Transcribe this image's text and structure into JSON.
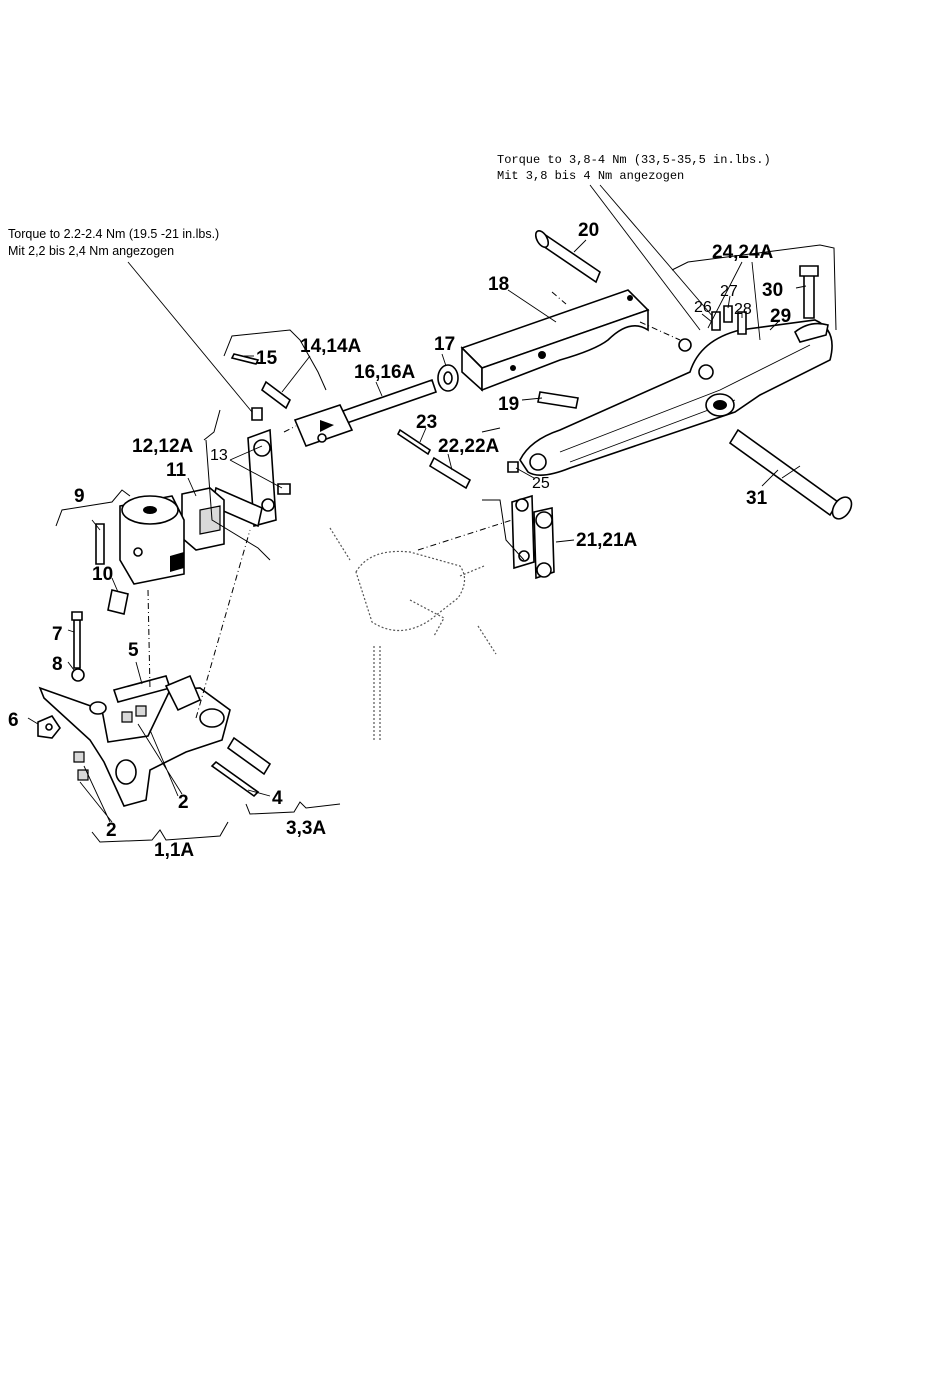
{
  "notes": {
    "torque_left_en": "Torque to 2.2-2.4 Nm (19.5 -21 in.lbs.)",
    "torque_left_de": "Mit 2,2 bis 2,4 Nm angezogen",
    "torque_right_en": "Torque to 3,8-4 Nm (33,5-35,5 in.lbs.)",
    "torque_right_de": "Mit 3,8 bis 4 Nm angezogen"
  },
  "labels": {
    "l1": "1,1A",
    "l2a": "2",
    "l2b": "2",
    "l3": "3,3A",
    "l4": "4",
    "l5": "5",
    "l6": "6",
    "l7": "7",
    "l8": "8",
    "l9": "9",
    "l10": "10",
    "l11": "11",
    "l12": "12,12A",
    "l13": "13",
    "l14": "14,14A",
    "l15": "15",
    "l16": "16,16A",
    "l17": "17",
    "l18": "18",
    "l19": "19",
    "l20": "20",
    "l21": "21,21A",
    "l22": "22,22A",
    "l23": "23",
    "l24": "24,24A",
    "l25": "25",
    "l26": "26",
    "l27": "27",
    "l28": "28",
    "l29": "29",
    "l30": "30",
    "l31": "31"
  }
}
